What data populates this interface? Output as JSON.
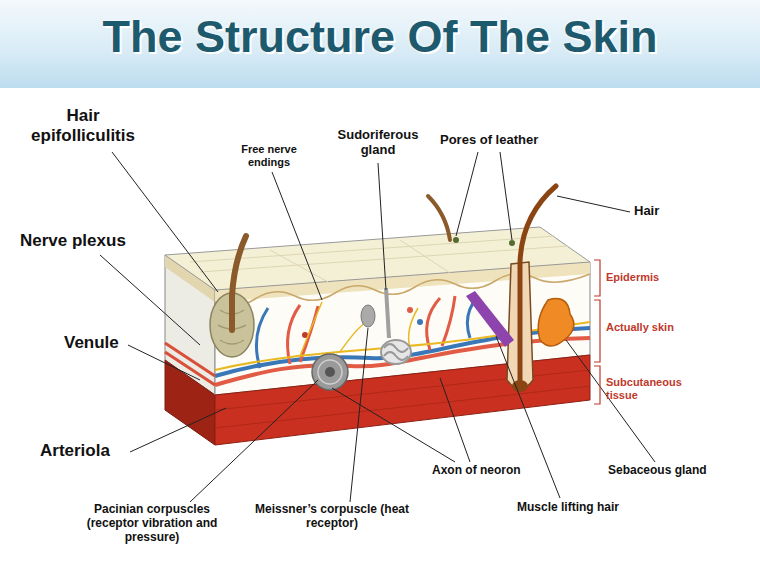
{
  "diagram": {
    "title": "The Structure Of The Skin",
    "labels": [
      "Hair epifolliculitis",
      "Free nerve endings",
      "Sudoriferous gland",
      "Pores of leather",
      "Hair",
      "Nerve plexus",
      "Epidermis",
      "Actually skin",
      "Venule",
      "Subcutaneous tissue",
      "Arteriola",
      "Axon of neoron",
      "Sebaceous gland",
      "Muscle lifting hair",
      "Pacinian corpuscles (receptor vibration and pressure)",
      "Meissner’s corpuscle (heat receptor)"
    ]
  }
}
